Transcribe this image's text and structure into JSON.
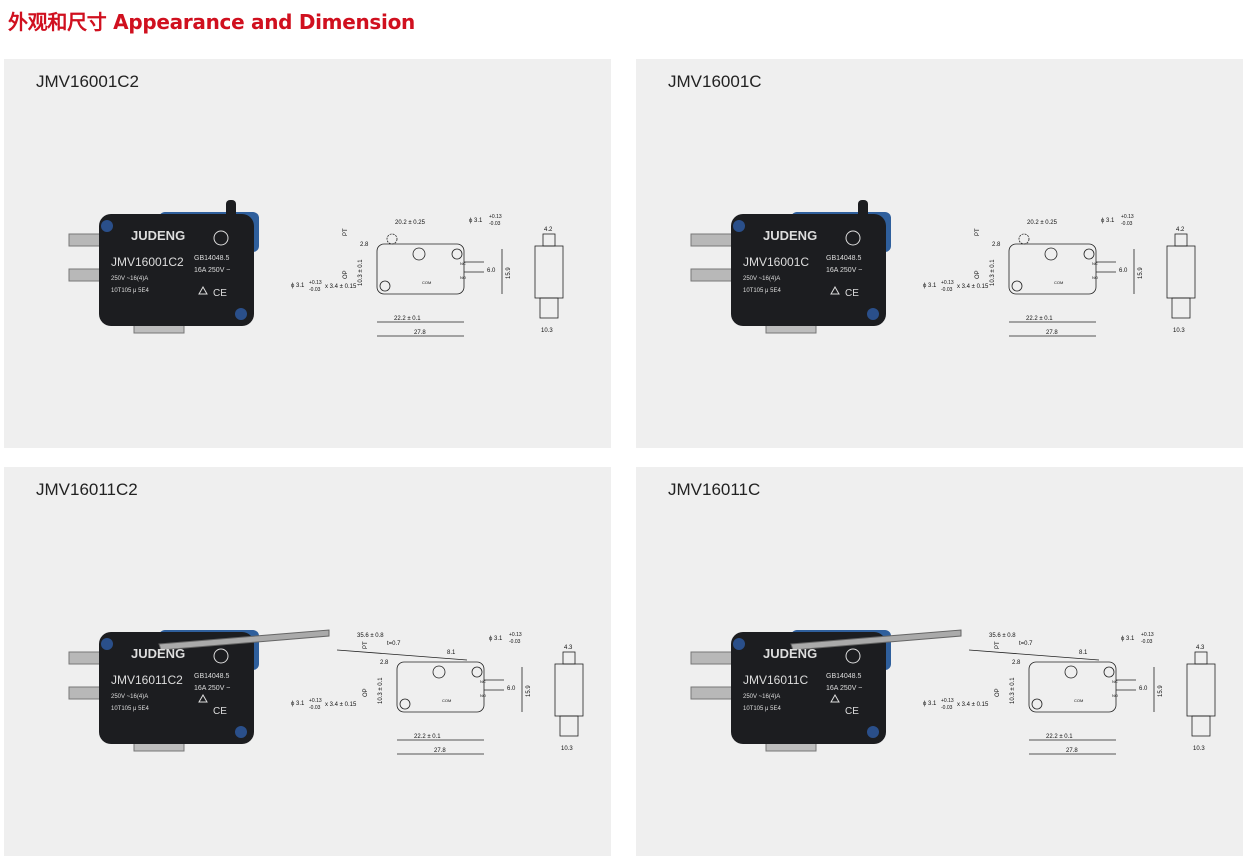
{
  "title": "外观和尺寸 Appearance and Dimension",
  "products": [
    {
      "name": "JMV16001C2",
      "lever": false,
      "short_tabs": false,
      "label": {
        "brand": "JUDENG",
        "model": "JMV16001C2",
        "rating": "250V ~16(4)A",
        "spec": "10T105 μ 5E4",
        "standard": "GB14048.5",
        "current": "16A 250V ~"
      },
      "dims": {
        "a": "20.2 ± 0.25",
        "hole": "ϕ 3.1",
        "tol_p": "+0.13",
        "tol_m": "-0.03",
        "hole2": "ϕ 3.1",
        "slot": "x 3.4 ± 0.15",
        "pt": "PT",
        "op": "OP",
        "h1": "2.8",
        "h2": "10.3 ± 0.1",
        "t": "6.0",
        "h": "15.9",
        "nc": "NC",
        "no": "NO",
        "com": "COM",
        "b": "22.2 ± 0.1",
        "w": "27.8",
        "side_top": "4.2",
        "side_w": "10.3"
      }
    },
    {
      "name": "JMV16001C",
      "lever": false,
      "short_tabs": true,
      "label": {
        "brand": "JUDENG",
        "model": "JMV16001C",
        "rating": "250V ~16(4)A",
        "spec": "10T105 μ 5E4",
        "standard": "GB14048.5",
        "current": "16A 250V ~"
      },
      "dims": {
        "a": "20.2 ± 0.25",
        "hole": "ϕ 3.1",
        "tol_p": "+0.13",
        "tol_m": "-0.03",
        "hole2": "ϕ 3.1",
        "slot": "x 3.4 ± 0.15",
        "pt": "PT",
        "op": "OP",
        "h1": "2.8",
        "h2": "10.3 ± 0.1",
        "t": "6.0",
        "h": "15.9",
        "nc": "NC",
        "no": "NO",
        "com": "COM",
        "b": "22.2 ± 0.1",
        "w": "27.8",
        "side_top": "4.2",
        "side_w": "10.3"
      }
    },
    {
      "name": "JMV16011C2",
      "lever": true,
      "short_tabs": false,
      "label": {
        "brand": "JUDENG",
        "model": "JMV16011C2",
        "rating": "250V ~16(4)A",
        "spec": "10T105 μ 5E4",
        "standard": "GB14048.5",
        "current": "16A 250V ~"
      },
      "dims": {
        "a": "35.6 ± 0.8",
        "lt": "t=0.7",
        "lv": "8.1",
        "hole": "ϕ 3.1",
        "tol_p": "+0.13",
        "tol_m": "-0.03",
        "hole2": "ϕ 3.1",
        "slot": "x 3.4 ± 0.15",
        "pt": "PT",
        "op": "OP",
        "h1": "2.8",
        "h2": "10.3 ± 0.1",
        "t": "6.0",
        "h": "15.9",
        "nc": "NC",
        "no": "NO",
        "com": "COM",
        "b": "22.2 ± 0.1",
        "w": "27.8",
        "side_top": "4.3",
        "side_w": "10.3"
      }
    },
    {
      "name": "JMV16011C",
      "lever": true,
      "short_tabs": true,
      "label": {
        "brand": "JUDENG",
        "model": "JMV16011C",
        "rating": "250V ~16(4)A",
        "spec": "10T105 μ 5E4",
        "standard": "GB14048.5",
        "current": "16A 250V ~"
      },
      "dims": {
        "a": "35.6 ± 0.8",
        "lt": "t=0.7",
        "lv": "8.1",
        "hole": "ϕ 3.1",
        "tol_p": "+0.13",
        "tol_m": "-0.03",
        "hole2": "ϕ 3.1",
        "slot": "x 3.4 ± 0.15",
        "pt": "PT",
        "op": "OP",
        "h1": "2.8",
        "h2": "10.3 ± 0.1",
        "t": "6.0",
        "h": "15.9",
        "nc": "NC",
        "no": "NO",
        "com": "COM",
        "b": "22.2 ± 0.1",
        "w": "27.8",
        "side_top": "4.3",
        "side_w": "10.3"
      }
    }
  ]
}
